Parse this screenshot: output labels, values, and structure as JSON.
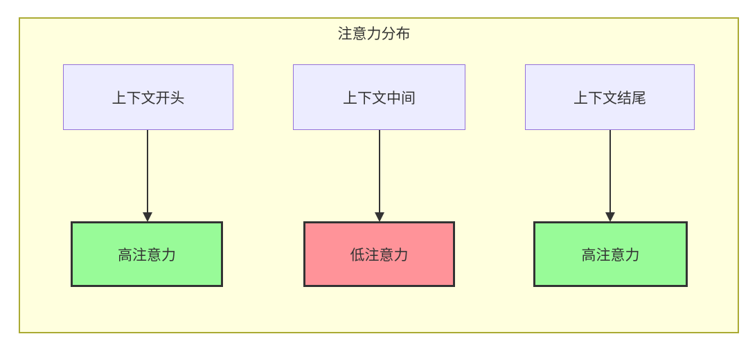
{
  "diagram": {
    "title": "注意力分布",
    "nodes": {
      "top": [
        {
          "id": "context-start",
          "label": "上下文开头"
        },
        {
          "id": "context-middle",
          "label": "上下文中间"
        },
        {
          "id": "context-end",
          "label": "上下文结尾"
        }
      ],
      "bottom": [
        {
          "id": "attention-left",
          "label": "高注意力",
          "type": "high"
        },
        {
          "id": "attention-middle",
          "label": "低注意力",
          "type": "low"
        },
        {
          "id": "attention-right",
          "label": "高注意力",
          "type": "high"
        }
      ],
      "edges": [
        {
          "from": "context-start",
          "to": "attention-left"
        },
        {
          "from": "context-middle",
          "to": "attention-middle"
        },
        {
          "from": "context-end",
          "to": "attention-right"
        }
      ]
    }
  },
  "colors": {
    "canvas-bg": "#ffffff",
    "frame-fill": "#ffffde",
    "frame-border": "#aaaa33",
    "node-fill": "#ececff",
    "node-border": "#9370db",
    "attention-high": "#98fb98",
    "attention-low": "#ff9399",
    "line": "#333333",
    "text": "#333333"
  }
}
